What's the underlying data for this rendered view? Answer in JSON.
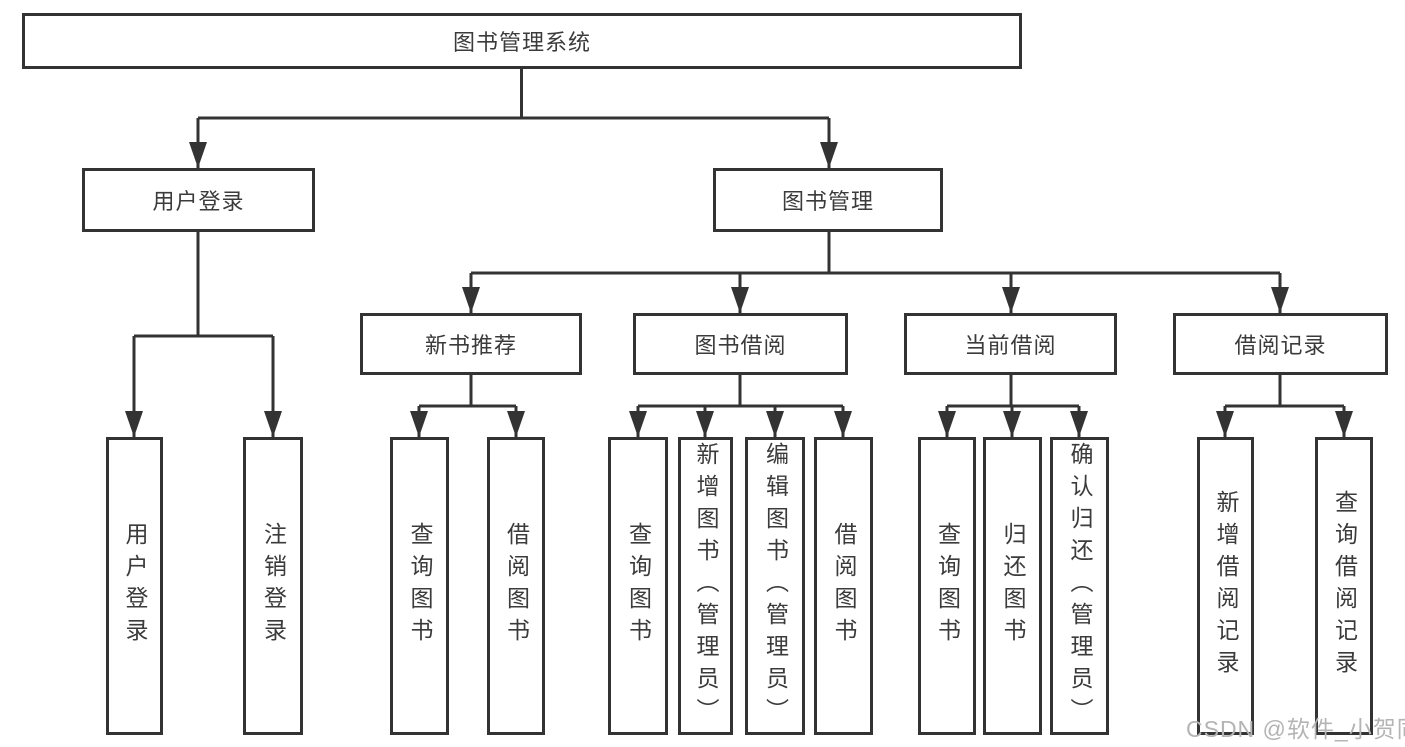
{
  "tree": {
    "label": "图书管理系统",
    "children": [
      {
        "label": "用户登录",
        "children": [
          {
            "label": "用户登录"
          },
          {
            "label": "注销登录"
          }
        ]
      },
      {
        "label": "图书管理",
        "children": [
          {
            "label": "新书推荐",
            "children": [
              {
                "label": "查询图书"
              },
              {
                "label": "借阅图书"
              }
            ]
          },
          {
            "label": "图书借阅",
            "children": [
              {
                "label": "查询图书"
              },
              {
                "label": "新增图书（管理员）"
              },
              {
                "label": "编辑图书（管理员）"
              },
              {
                "label": "借阅图书"
              }
            ]
          },
          {
            "label": "当前借阅",
            "children": [
              {
                "label": "查询图书"
              },
              {
                "label": "归还图书"
              },
              {
                "label": "确认归还（管理员）"
              }
            ]
          },
          {
            "label": "借阅记录",
            "children": [
              {
                "label": "新增借阅记录"
              },
              {
                "label": "查询借阅记录"
              }
            ]
          }
        ]
      }
    ]
  },
  "watermark": {
    "text": "CSDN @软件_小贺同学"
  },
  "colors": {
    "line": "#333333",
    "text": "#3b3b3b",
    "watermark": "#b4b4b4",
    "background": "#ffffff"
  }
}
